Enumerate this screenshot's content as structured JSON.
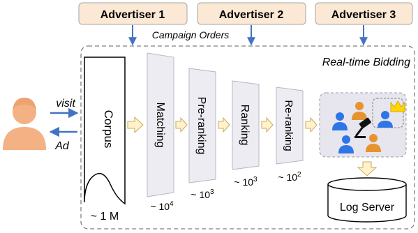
{
  "advertisers": [
    "Advertiser 1",
    "Advertiser 2",
    "Advertiser 3"
  ],
  "campaign_orders_label": "Campaign Orders",
  "rtb_label": "Real-time Bidding",
  "user": {
    "visit_label": "visit",
    "ad_label": "Ad"
  },
  "stages": [
    {
      "name": "Corpus",
      "count": "~ 1 M"
    },
    {
      "name": "Matching",
      "count_base": "~ 10",
      "count_exp": "4"
    },
    {
      "name": "Pre-ranking",
      "count_base": "~ 10",
      "count_exp": "3"
    },
    {
      "name": "Ranking",
      "count_base": "~ 10",
      "count_exp": "3"
    },
    {
      "name": "Re-ranking",
      "count_base": "~ 10",
      "count_exp": "2"
    }
  ],
  "log_server_label": "Log Server",
  "colors": {
    "advertiser_fill": "#fbe8d5",
    "advertiser_stroke": "#a6a6a6",
    "arrow_blue": "#4472c4",
    "stage_fill": "#ececf2",
    "stage_stroke": "#b8b8c4",
    "flow_arrow_fill": "#fff2cc",
    "flow_arrow_stroke": "#c9a95a",
    "bidding_fill": "#e7e6ef",
    "person_orange": "#f4b183",
    "bidder_blue": "#2e75e6",
    "bidder_orange": "#e6942e",
    "crown": "#ffd400"
  }
}
